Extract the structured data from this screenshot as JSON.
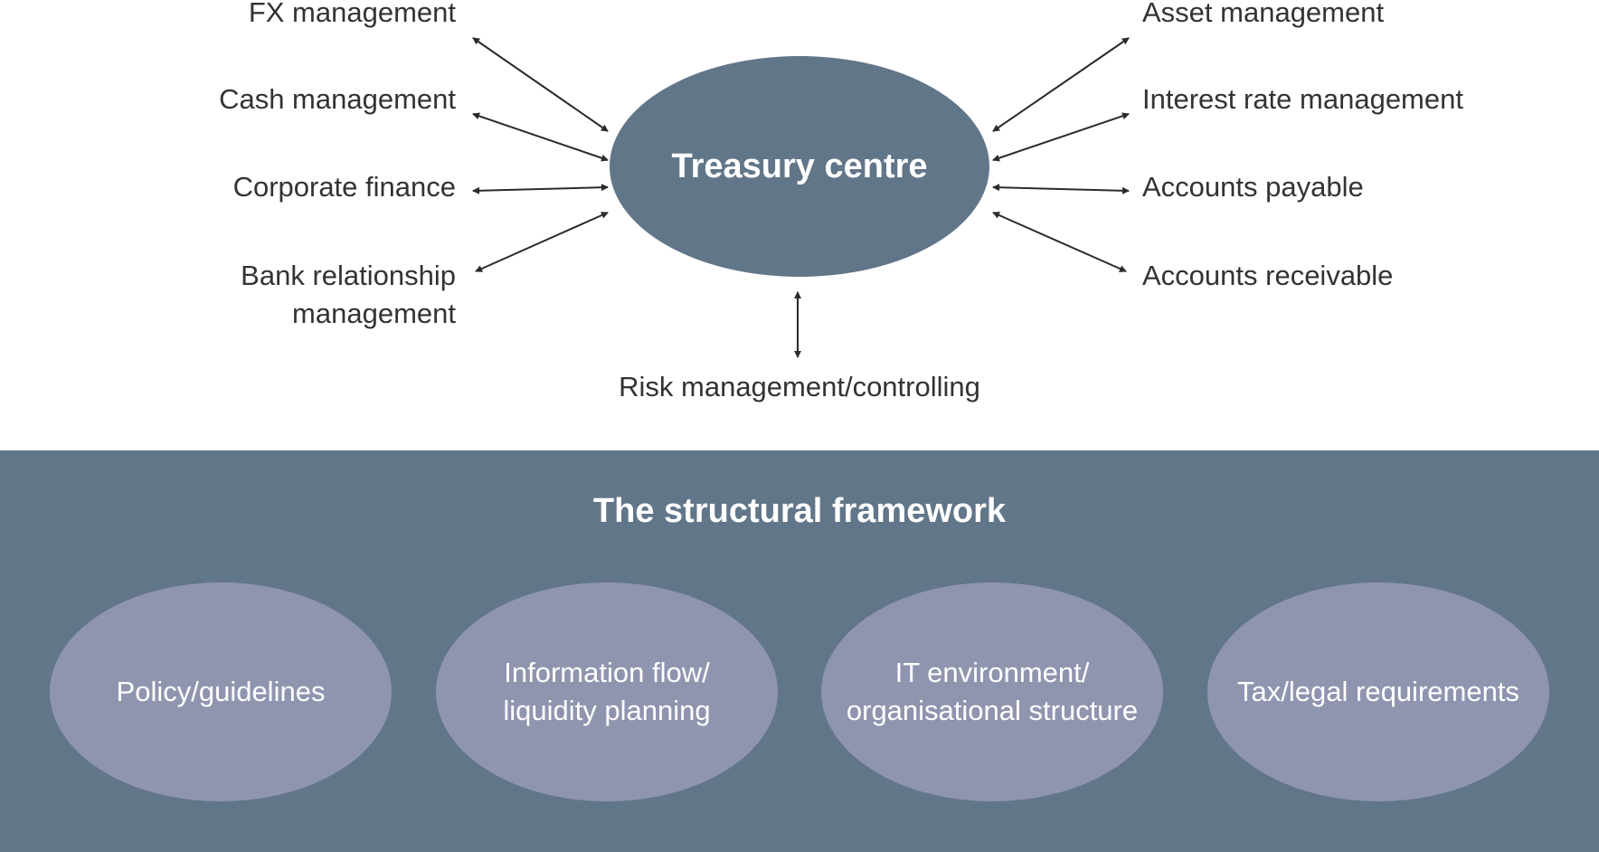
{
  "colors": {
    "primary": "#627689",
    "pill": "#9095af",
    "arrow": "#2b2b2b",
    "text": "#333333"
  },
  "diagram": {
    "center": "Treasury centre",
    "left_labels": [
      "FX management",
      "Cash management",
      "Corporate finance",
      "Bank relationship management"
    ],
    "right_labels": [
      "Asset management",
      "Interest rate management",
      "Accounts payable",
      "Accounts receivable"
    ],
    "bottom_label": "Risk management/controlling"
  },
  "framework": {
    "title": "The structural framework",
    "items": [
      "Policy/guidelines",
      "Information flow/\nliquidity planning",
      "IT environment/\norganisational structure",
      "Tax/legal requirements"
    ]
  }
}
